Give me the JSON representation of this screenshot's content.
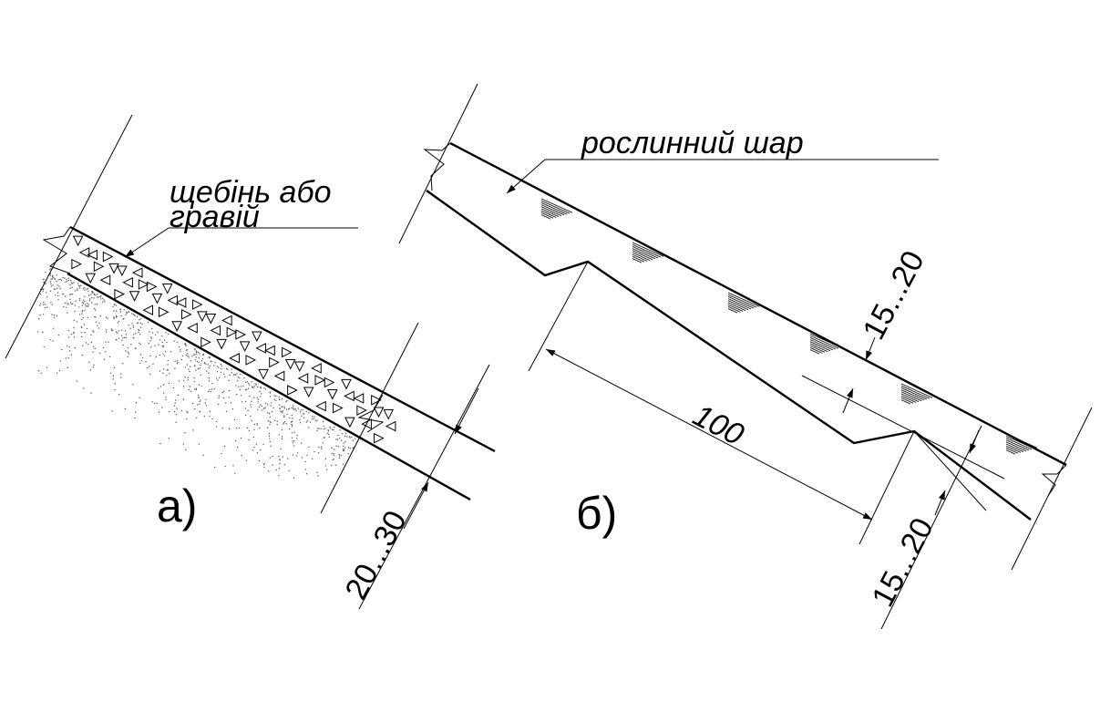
{
  "diagram_a": {
    "label": "а)",
    "layer_callout_line1": "щебінь або",
    "layer_callout_line2": "гравій",
    "thickness_dim": "20...30"
  },
  "diagram_b": {
    "label": "б)",
    "layer_callout": "рослинний шар",
    "step_length_dim": "100",
    "topsoil_thickness_dim": "15...20",
    "step_height_dim": "15...20"
  }
}
